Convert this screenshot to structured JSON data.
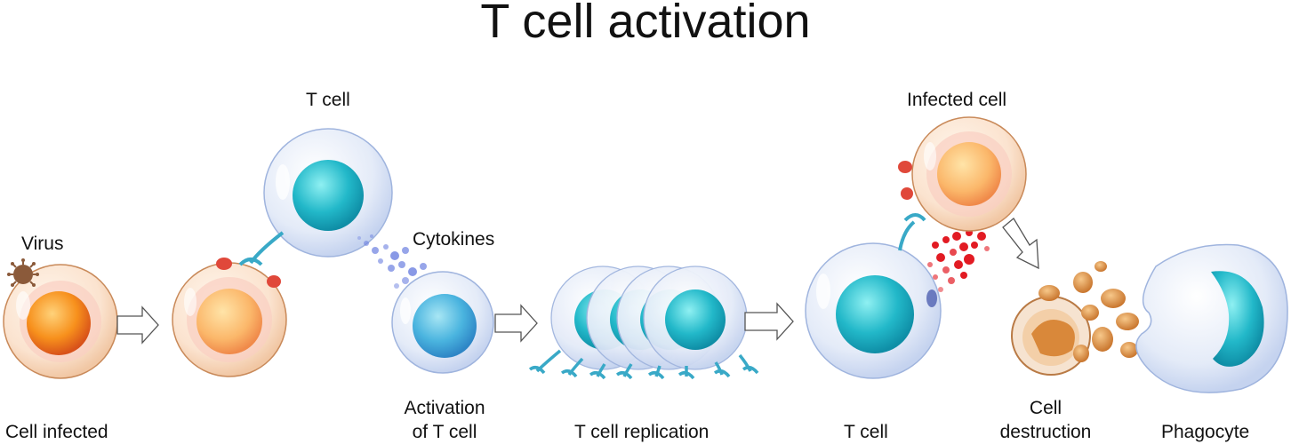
{
  "title": "T cell activation",
  "labels": {
    "virus": "Virus",
    "t_cell_top": "T cell",
    "cytokines": "Cytokines",
    "infected_cell": "Infected cell",
    "cell_infected": "Cell infected",
    "activation_line1": "Activation",
    "activation_line2": "of T cell",
    "t_cell_replication": "T cell replication",
    "t_cell_bottom": "T cell",
    "cell_destruction_line1": "Cell",
    "cell_destruction_line2": "destruction",
    "phagocyte": "Phagocyte"
  },
  "colors": {
    "cell_membrane": "#f6dcc4",
    "infected_nucleus": "#f28a1c",
    "tcell_membrane": "#dde6f6",
    "tcell_nucleus": "#23b4c8",
    "receptor": "#39a9c7",
    "antigen": "#e0483a",
    "cytokine": "#6b7fe0",
    "perforin": "#e21b23",
    "virus": "#8b5a3a",
    "debris": "#d98a3a"
  }
}
